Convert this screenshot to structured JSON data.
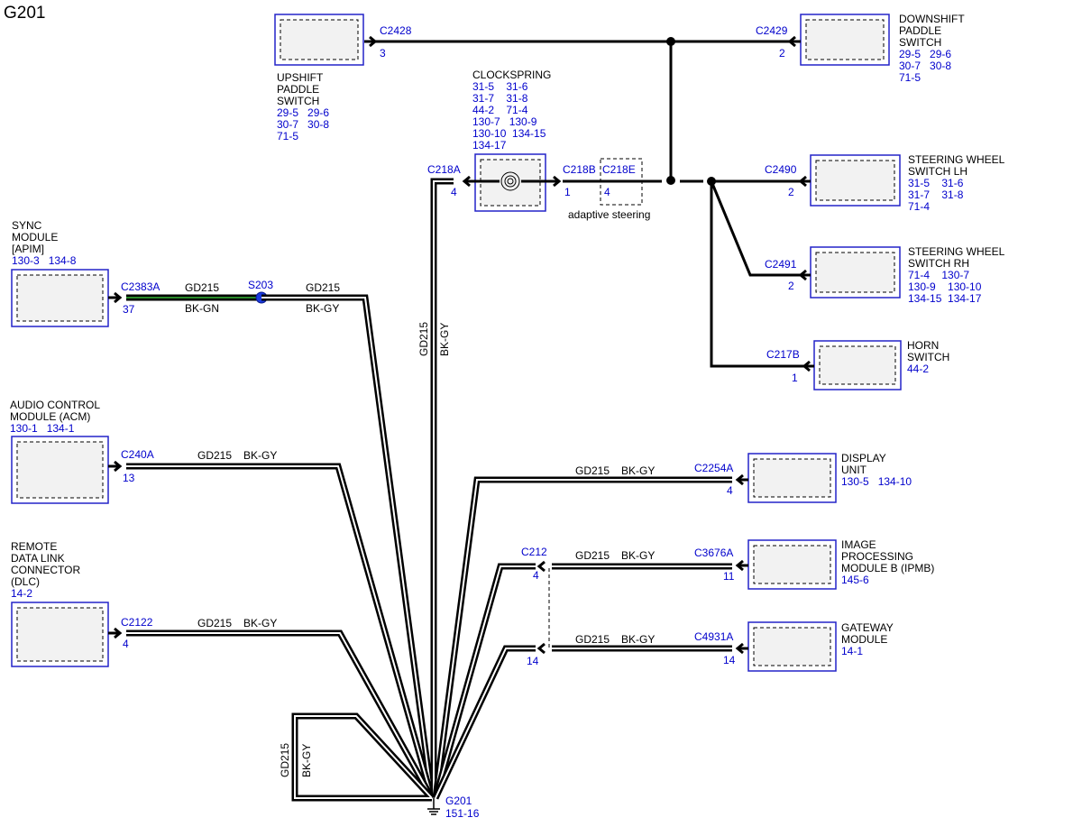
{
  "title": "G201",
  "circuit": "GD215",
  "color_bkgy": "BK-GY",
  "color_bkgn": "BK-GN",
  "splice": "S203",
  "note_adaptive": "adaptive steering",
  "ground": {
    "name": "G201",
    "ref": "151-16"
  },
  "colors": {
    "component_border": "#2323c8",
    "ref_text": "#0000cc",
    "wire_gn": "#2a8a2a"
  },
  "components": {
    "upshift": {
      "lines": [
        "UPSHIFT",
        "PADDLE",
        "SWITCH"
      ],
      "refs": [
        "29-5   29-6",
        "30-7   30-8",
        "71-5"
      ],
      "connector": "C2428",
      "pin": "3"
    },
    "downshift": {
      "lines": [
        "DOWNSHIFT",
        "PADDLE",
        "SWITCH"
      ],
      "refs": [
        "29-5   29-6",
        "30-7   30-8",
        "71-5"
      ],
      "connector": "C2429",
      "pin": "2"
    },
    "clockspring": {
      "lines": [
        "CLOCKSPRING"
      ],
      "refs": [
        "31-5    31-6",
        "31-7    31-8",
        "44-2    71-4",
        "130-7   130-9",
        "130-10  134-15",
        "134-17"
      ],
      "conn_left": "C218A",
      "pin_left": "4",
      "conn_right": "C218B",
      "pin_right": "1",
      "conn_inline": "C218E",
      "pin_inline": "4"
    },
    "swlh": {
      "lines": [
        "STEERING WHEEL",
        "SWITCH LH"
      ],
      "refs": [
        "31-5    31-6",
        "31-7    31-8",
        "71-4"
      ],
      "connector": "C2490",
      "pin": "2"
    },
    "swrh": {
      "lines": [
        "STEERING WHEEL",
        "SWITCH RH"
      ],
      "refs": [
        "71-4    130-7",
        "130-9    130-10",
        "134-15  134-17"
      ],
      "connector": "C2491",
      "pin": "2"
    },
    "horn": {
      "lines": [
        "HORN",
        "SWITCH"
      ],
      "refs": [
        "44-2"
      ],
      "connector": "C217B",
      "pin": "1"
    },
    "sync": {
      "lines": [
        "SYNC",
        "MODULE",
        "[APIM]"
      ],
      "refs": [
        "130-3   134-8"
      ],
      "connector": "C2383A",
      "pin": "37"
    },
    "acm": {
      "lines": [
        "AUDIO CONTROL",
        "MODULE (ACM)"
      ],
      "refs": [
        "130-1   134-1"
      ],
      "connector": "C240A",
      "pin": "13"
    },
    "dlc": {
      "lines": [
        "REMOTE",
        "DATA LINK",
        "CONNECTOR",
        "(DLC)"
      ],
      "refs": [
        "14-2"
      ],
      "connector": "C2122",
      "pin": "4"
    },
    "display": {
      "lines": [
        "DISPLAY",
        "UNIT"
      ],
      "refs": [
        "130-5   134-10"
      ],
      "connector": "C2254A",
      "pin": "4"
    },
    "ipmb": {
      "lines": [
        "IMAGE",
        "PROCESSING",
        "MODULE B (IPMB)"
      ],
      "refs": [
        "145-6"
      ],
      "connector": "C3676A",
      "pin": "11"
    },
    "gateway": {
      "lines": [
        "GATEWAY",
        "MODULE"
      ],
      "refs": [
        "14-1"
      ],
      "connector": "C4931A",
      "pin": "14"
    }
  },
  "c212": {
    "connector": "C212",
    "pin_a": "4",
    "pin_b": "14"
  }
}
